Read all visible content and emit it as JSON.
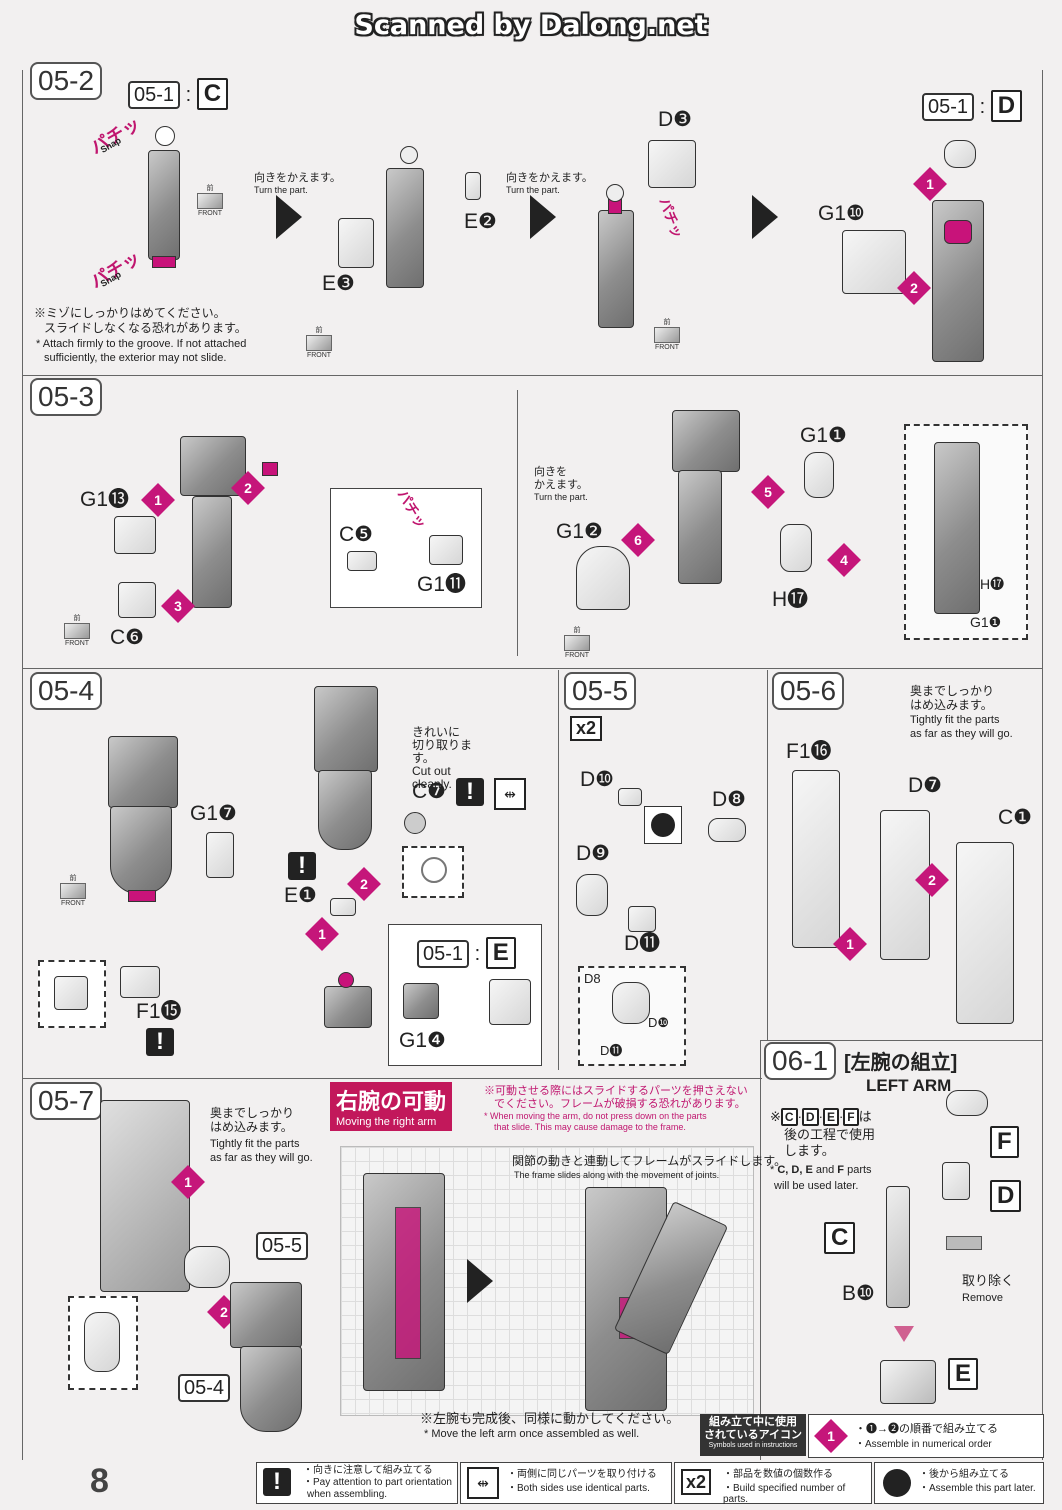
{
  "watermark": "Scanned by Dalong.net",
  "page_number": "8",
  "steps": {
    "s05_2": {
      "label": "05-2",
      "ref_step": "05-1",
      "ref_letter": "C",
      "ref2_letter": "D",
      "snap_jp": "パチッ",
      "snap_en": "Snap",
      "front_jp": "前",
      "front_en": "FRONT",
      "turn_jp": "向きをかえます。",
      "turn_en": "Turn the part.",
      "parts": {
        "e2": "E❷",
        "e3": "E❸",
        "d3": "D❸",
        "g10": "G1❿"
      },
      "note_jp_1": "※ミゾにしっかりはめてください。",
      "note_jp_2": "スライドしなくなる恐れがあります。",
      "note_en_1": "* Attach firmly to the groove. If not attached",
      "note_en_2": "sufficiently, the exterior may not slide."
    },
    "s05_3": {
      "label": "05-3",
      "parts": {
        "g13": "G1⓭",
        "c6": "C❻",
        "c5": "C❺",
        "g11": "G1⓫",
        "g12": "G1❷",
        "g1_1": "G1❶",
        "h17": "H⓱",
        "h17_small": "H⓱",
        "g1_small": "G1❶"
      },
      "turn_jp_1": "向きを",
      "turn_jp_2": "かえます。",
      "turn_en": "Turn the part."
    },
    "s05_4": {
      "label": "05-4",
      "parts": {
        "g17": "G1❼",
        "c7": "C❼",
        "e1": "E❶",
        "f15": "F1⓯",
        "g14": "G1❹"
      },
      "cut_jp_1": "きれいに",
      "cut_jp_2": "切り取ります。",
      "cut_en": "Cut out cleanly.",
      "ref_step": "05-1",
      "ref_letter": "E"
    },
    "s05_5": {
      "label": "05-5",
      "multiplier": "x2",
      "parts": {
        "d10": "D❿",
        "d8": "D❽",
        "d9": "D❾",
        "d11": "D⓫",
        "d8s": "D8",
        "d10s": "D❿",
        "d11s": "D⓫"
      }
    },
    "s05_6": {
      "label": "05-6",
      "fit_jp_1": "奥までしっかり",
      "fit_jp_2": "はめ込みます。",
      "fit_en_1": "Tightly fit the parts",
      "fit_en_2": "as far as they will go.",
      "parts": {
        "f16": "F1⓰",
        "d7": "D❼",
        "c1": "C❶"
      }
    },
    "s05_7": {
      "label": "05-7",
      "fit_jp_1": "奥までしっかり",
      "fit_jp_2": "はめ込みます。",
      "fit_en_1": "Tightly fit the parts",
      "fit_en_2": "as far as they will go.",
      "ref_a": "05-5",
      "ref_b": "05-4"
    },
    "right_arm": {
      "title_jp": "右腕の可動",
      "title_en": "Moving the right arm",
      "warn_jp_1": "※可動させる際にはスライドするパーツを押さえない",
      "warn_jp_2": "でください。フレームが破損する恐れがあります。",
      "warn_en_1": "* When moving the arm, do not press down on the parts",
      "warn_en_2": "that slide. This may cause damage to the frame.",
      "frame_jp": "関節の動きと連動してフレームがスライドします。",
      "frame_en": "The frame slides along with the movement of joints.",
      "left_jp": "※左腕も完成後、同様に動かしてください。",
      "left_en": "* Move the left arm once assembled as well."
    },
    "s06_1": {
      "label": "06-1",
      "title_jp": "[左腕の組立]",
      "title_en": "LEFT ARM",
      "note_jp_1": "は",
      "note_jp_2": "後の工程で使用",
      "note_jp_3": "します。",
      "letters": [
        "C",
        "D",
        "E",
        "F"
      ],
      "note_en_1": "and",
      "note_en_2": "parts",
      "note_en_3": "will be used later.",
      "remove_jp": "取り除く",
      "remove_en": "Remove",
      "parts": {
        "b10": "B❿"
      }
    }
  },
  "legend": {
    "icons_jp_1": "組み立て中に使用",
    "icons_jp_2": "されているアイコン",
    "icons_en": "Symbols used in instructions",
    "numerical_jp": "・❶→❷の順番で組み立てる",
    "numerical_en": "・Assemble in numerical order",
    "orient_jp": "・向きに注意して組み立てる",
    "orient_en_1": "・Pay attention to part orientation",
    "orient_en_2": "when assembling.",
    "both_jp": "・両側に同じパーツを取り付ける",
    "both_en": "・Both sides use identical parts.",
    "x2_label": "x2",
    "x2_jp": "・部品を数値の個数作る",
    "x2_en": "・Build specified number of parts.",
    "behind_jp": "・後から組み立てる",
    "behind_en": "・Assemble this part later."
  },
  "colors": {
    "accent": "#c5167a",
    "line": "#666666",
    "paper": "#f2f0f0"
  }
}
